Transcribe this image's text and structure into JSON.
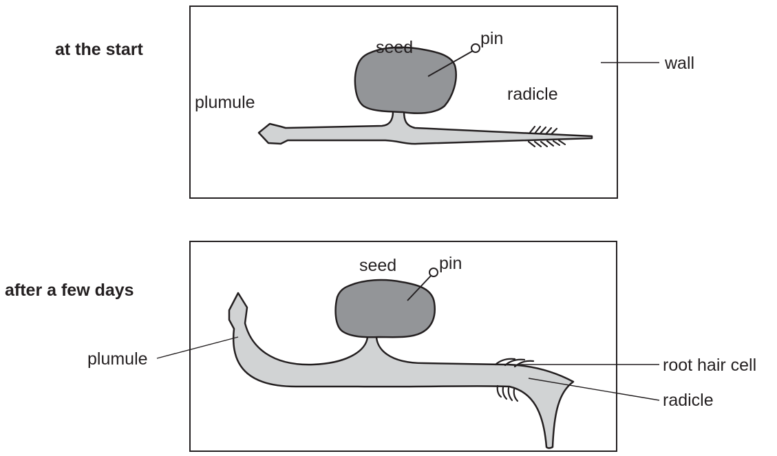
{
  "panels": {
    "start": {
      "heading": "at the start",
      "labels": {
        "seed": "seed",
        "pin": "pin",
        "plumule": "plumule",
        "radicle": "radicle",
        "wall": "wall"
      }
    },
    "after": {
      "heading": "after a few days",
      "labels": {
        "seed": "seed",
        "pin": "pin",
        "plumule": "plumule",
        "root_hair_cell": "root hair cell",
        "radicle": "radicle"
      }
    }
  },
  "colors": {
    "seed": "#939598",
    "seedling": "#d1d3d4",
    "outline": "#231f20"
  }
}
